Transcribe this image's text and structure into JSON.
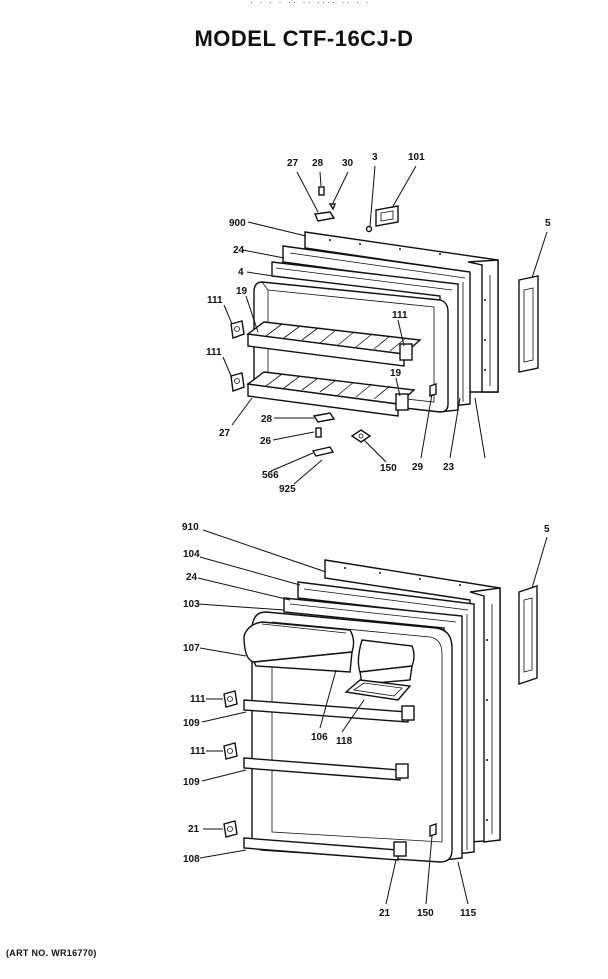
{
  "header": {
    "top_note": "·  ·  ·   ·   ··  ·· ···· ·· · ·",
    "title": "MODEL CTF-16CJ-D"
  },
  "footer": {
    "art_number": "(ART NO. WR16770)"
  },
  "freezer_callouts": [
    "27",
    "28",
    "30",
    "3",
    "101",
    "900",
    "24",
    "4",
    "5",
    "111",
    "19",
    "111",
    "111",
    "19",
    "27",
    "28",
    "26",
    "566",
    "925",
    "150",
    "29",
    "23"
  ],
  "fresh_food_callouts": [
    "910",
    "104",
    "24",
    "103",
    "5",
    "107",
    "111",
    "109",
    "106",
    "118",
    "111",
    "109",
    "21",
    "108",
    "21",
    "150",
    "115"
  ]
}
